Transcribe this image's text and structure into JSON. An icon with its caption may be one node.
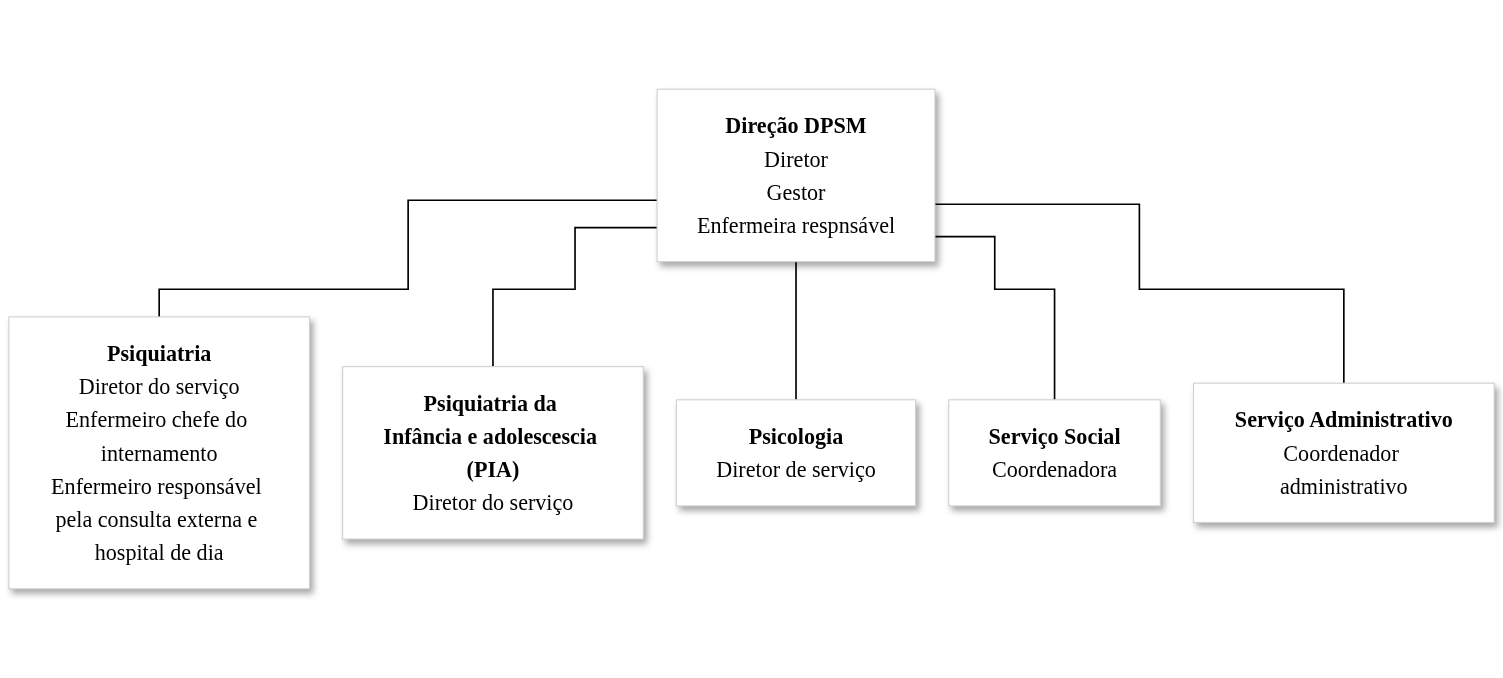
{
  "diagram": {
    "nodes": [
      {
        "text": [
          "Direção DPSM",
          "Diretor",
          "Gestor",
          "Enfermeira respnsável"
        ]
      },
      {
        "text": [
          "Psiquiatria",
          "Diretor do serviço",
          "Enfermeiro chefe do internamento",
          "Enfermeiro responsável pela consulta externa e hospital de dia"
        ]
      },
      {
        "text": [
          "Psiquiatria da Infância e adolescescia (PIA)",
          "Diretor do serviço"
        ]
      },
      {
        "text": [
          "Psicologia",
          "Diretor de serviço"
        ]
      },
      {
        "text": [
          "Serviço Social",
          "Coordenadora"
        ]
      },
      {
        "text": [
          "Serviço Administrativo",
          "Coordenador administrativo"
        ]
      }
    ],
    "edges": [
      {
        "from": 0,
        "to": 1,
        "arrow": "none"
      },
      {
        "from": 0,
        "to": 2,
        "arrow": "none"
      },
      {
        "from": 0,
        "to": 3,
        "arrow": "none"
      },
      {
        "from": 0,
        "to": 4,
        "arrow": "none"
      },
      {
        "from": 0,
        "to": 5,
        "arrow": "none"
      }
    ]
  }
}
